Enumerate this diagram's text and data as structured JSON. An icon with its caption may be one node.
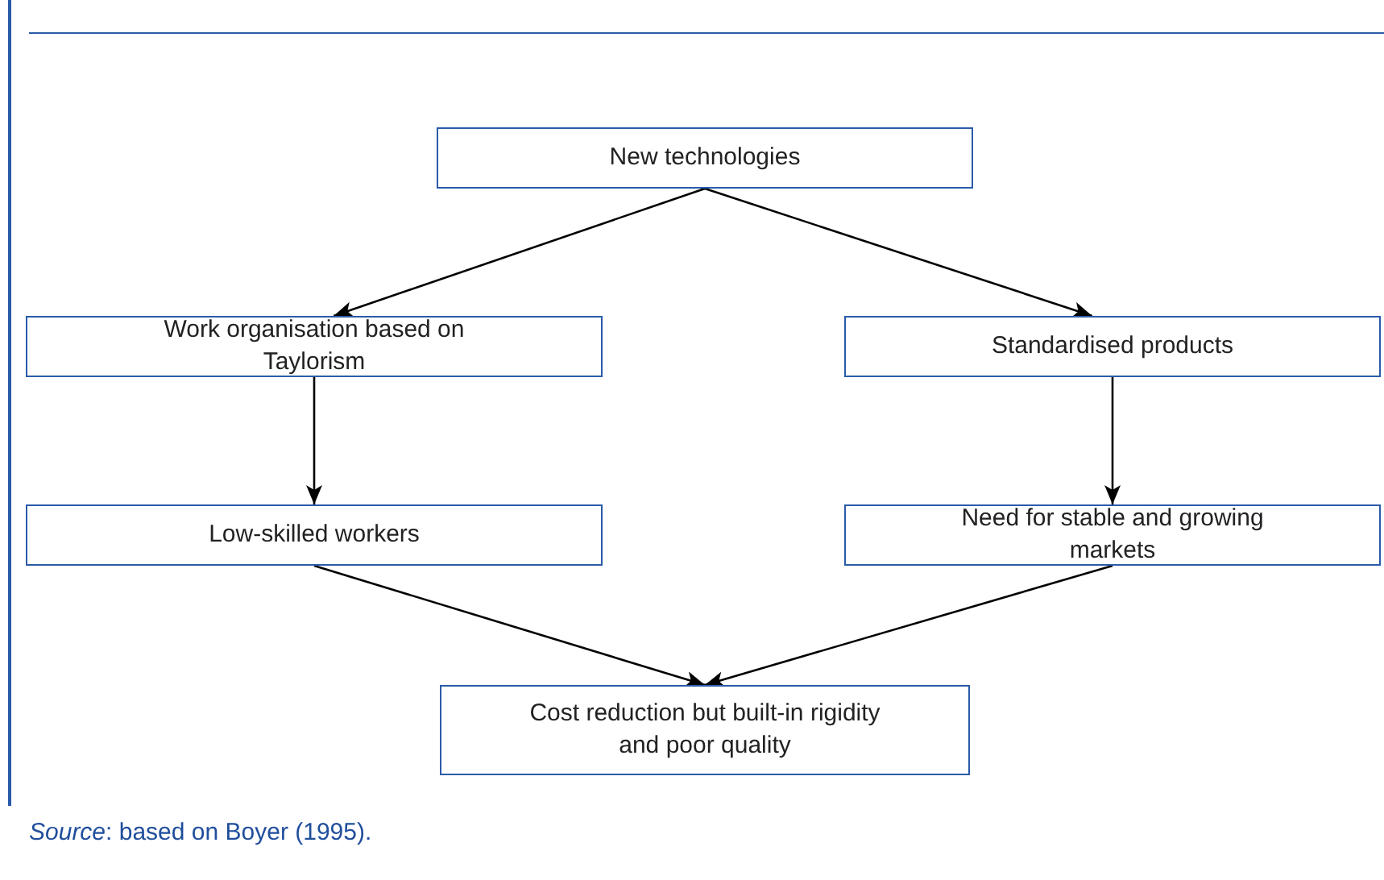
{
  "diagram": {
    "caption": "*Source*: based on Boyer (1995).",
    "nodes": [
      {
        "text": [
          "New technologies"
        ]
      },
      {
        "text": [
          "Work organisation based on Taylorism"
        ]
      },
      {
        "text": [
          "Standardised products"
        ]
      },
      {
        "text": [
          "Low-skilled workers"
        ]
      },
      {
        "text": [
          "Need for stable and growing markets"
        ]
      },
      {
        "text": [
          "Cost reduction but built-in rigidity and poor quality"
        ]
      }
    ],
    "edges": [
      {
        "from": 0,
        "to": 1,
        "arrow": "to"
      },
      {
        "from": 0,
        "to": 2,
        "arrow": "to"
      },
      {
        "from": 1,
        "to": 3,
        "arrow": "to"
      },
      {
        "from": 2,
        "to": 4,
        "arrow": "to"
      },
      {
        "from": 3,
        "to": 5,
        "arrow": "to"
      },
      {
        "from": 4,
        "to": 5,
        "arrow": "to"
      }
    ]
  }
}
